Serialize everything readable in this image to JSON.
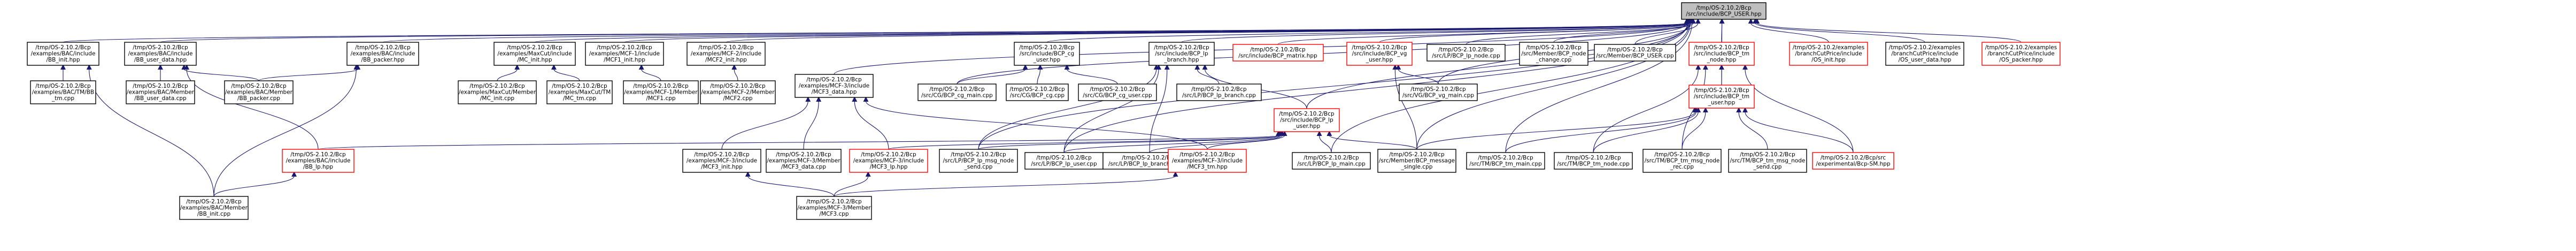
{
  "nodes": [
    {
      "id": "root",
      "kind": "root",
      "lines": [
        "/tmp/OS-2.10.2/Bcp",
        "/src/include/BCP_USER.hpp"
      ]
    },
    {
      "id": "bac_bb_init_hpp",
      "kind": "black",
      "lines": [
        "/tmp/OS-2.10.2/Bcp",
        "/examples/BAC/include",
        "/BB_init.hpp"
      ]
    },
    {
      "id": "bac_bb_user_data_hpp",
      "kind": "black",
      "lines": [
        "/tmp/OS-2.10.2/Bcp",
        "/examples/BAC/include",
        "/BB_user_data.hpp"
      ]
    },
    {
      "id": "bac_bb_packer_hpp",
      "kind": "black",
      "lines": [
        "/tmp/OS-2.10.2/Bcp",
        "/examples/BAC/include",
        "/BB_packer.hpp"
      ]
    },
    {
      "id": "maxcut_mc_init_hpp",
      "kind": "black",
      "lines": [
        "/tmp/OS-2.10.2/Bcp",
        "/examples/MaxCut/include",
        "/MC_init.hpp"
      ]
    },
    {
      "id": "mcf1_init_hpp",
      "kind": "black",
      "lines": [
        "/tmp/OS-2.10.2/Bcp",
        "/examples/MCF-1/include",
        "/MCF1_init.hpp"
      ]
    },
    {
      "id": "mcf2_init_hpp",
      "kind": "black",
      "lines": [
        "/tmp/OS-2.10.2/Bcp",
        "/examples/MCF-2/include",
        "/MCF2_init.hpp"
      ]
    },
    {
      "id": "mcf3_data_hpp",
      "kind": "black",
      "lines": [
        "/tmp/OS-2.10.2/Bcp",
        "/examples/MCF-3/include",
        "/MCF3_data.hpp"
      ]
    },
    {
      "id": "bcp_cg_user_hpp",
      "kind": "black",
      "lines": [
        "/tmp/OS-2.10.2/Bcp",
        "/src/include/BCP_cg",
        "_user.hpp"
      ]
    },
    {
      "id": "bcp_lp_branch_hpp",
      "kind": "black",
      "lines": [
        "/tmp/OS-2.10.2/Bcp",
        "/src/include/BCP_lp",
        "_branch.hpp"
      ]
    },
    {
      "id": "bcp_matrix_hpp",
      "kind": "red",
      "lines": [
        "/tmp/OS-2.10.2/Bcp",
        "/src/include/BCP_matrix.hpp"
      ]
    },
    {
      "id": "bcp_vg_user_hpp",
      "kind": "red",
      "lines": [
        "/tmp/OS-2.10.2/Bcp",
        "/src/include/BCP_vg",
        "_user.hpp"
      ]
    },
    {
      "id": "bcp_lp_node_cpp",
      "kind": "black",
      "lines": [
        "/tmp/OS-2.10.2/Bcp",
        "/src/LP/BCP_lp_node.cpp"
      ]
    },
    {
      "id": "bcp_node_change_cpp",
      "kind": "black",
      "lines": [
        "/tmp/OS-2.10.2/Bcp",
        "/src/Member/BCP_node",
        "_change.cpp"
      ]
    },
    {
      "id": "bcp_user_cpp",
      "kind": "black",
      "lines": [
        "/tmp/OS-2.10.2/Bcp",
        "/src/Member/BCP_USER.cpp"
      ]
    },
    {
      "id": "bcp_tm_node_hpp",
      "kind": "red",
      "lines": [
        "/tmp/OS-2.10.2/Bcp",
        "/src/include/BCP_tm",
        "_node.hpp"
      ]
    },
    {
      "id": "os_init_hpp",
      "kind": "red",
      "lines": [
        "/tmp/OS-2.10.2/examples",
        "/branchCutPrice/include",
        "/OS_init.hpp"
      ]
    },
    {
      "id": "os_user_data_hpp",
      "kind": "black",
      "lines": [
        "/tmp/OS-2.10.2/examples",
        "/branchCutPrice/include",
        "/OS_user_data.hpp"
      ]
    },
    {
      "id": "os_packer_hpp",
      "kind": "red",
      "lines": [
        "/tmp/OS-2.10.2/examples",
        "/branchCutPrice/include",
        "/OS_packer.hpp"
      ]
    },
    {
      "id": "bac_bb_tm_cpp",
      "kind": "black",
      "lines": [
        "/tmp/OS-2.10.2/Bcp",
        "/examples/BAC/TM/BB",
        "_tm.cpp"
      ]
    },
    {
      "id": "bac_bb_user_data_cpp",
      "kind": "black",
      "lines": [
        "/tmp/OS-2.10.2/Bcp",
        "/examples/BAC/Member",
        "/BB_user_data.cpp"
      ]
    },
    {
      "id": "bac_bb_packer_cpp",
      "kind": "black",
      "lines": [
        "/tmp/OS-2.10.2/Bcp",
        "/examples/BAC/Member",
        "/BB_packer.cpp"
      ]
    },
    {
      "id": "maxcut_mc_init_cpp",
      "kind": "black",
      "lines": [
        "/tmp/OS-2.10.2/Bcp",
        "/examples/MaxCut/Member",
        "/MC_init.cpp"
      ]
    },
    {
      "id": "maxcut_mc_tm_cpp",
      "kind": "black",
      "lines": [
        "/tmp/OS-2.10.2/Bcp",
        "/examples/MaxCut/TM",
        "/MC_tm.cpp"
      ]
    },
    {
      "id": "mcf1_cpp",
      "kind": "black",
      "lines": [
        "/tmp/OS-2.10.2/Bcp",
        "/examples/MCF-1/Member",
        "/MCF1.cpp"
      ]
    },
    {
      "id": "mcf2_cpp",
      "kind": "black",
      "lines": [
        "/tmp/OS-2.10.2/Bcp",
        "/examples/MCF-2/Member",
        "/MCF2.cpp"
      ]
    },
    {
      "id": "bcp_cg_main_cpp",
      "kind": "black",
      "lines": [
        "/tmp/OS-2.10.2/Bcp",
        "/src/CG/BCP_cg_main.cpp"
      ]
    },
    {
      "id": "bcp_cg_cpp",
      "kind": "black",
      "lines": [
        "/tmp/OS-2.10.2/Bcp",
        "/src/CG/BCP_cg.cpp"
      ]
    },
    {
      "id": "bcp_cg_user_cpp",
      "kind": "black",
      "lines": [
        "/tmp/OS-2.10.2/Bcp",
        "/src/CG/BCP_cg_user.cpp"
      ]
    },
    {
      "id": "bcp_lp_branch_cpp",
      "kind": "black",
      "lines": [
        "/tmp/OS-2.10.2/Bcp",
        "/src/LP/BCP_lp_branch.cpp"
      ]
    },
    {
      "id": "bcp_vg_main_cpp",
      "kind": "black",
      "lines": [
        "/tmp/OS-2.10.2/Bcp",
        "/src/VG/BCP_vg_main.cpp"
      ]
    },
    {
      "id": "bcp_tm_user_hpp",
      "kind": "red",
      "lines": [
        "/tmp/OS-2.10.2/Bcp",
        "/src/include/BCP_tm",
        "_user.hpp"
      ]
    },
    {
      "id": "mcf3_data_cpp",
      "kind": "black",
      "lines": [
        "/tmp/OS-2.10.2/Bcp",
        "/examples/MCF-3/Member",
        "/MCF3_data.cpp"
      ]
    },
    {
      "id": "bcp_lp_user_hpp",
      "kind": "red",
      "lines": [
        "/tmp/OS-2.10.2/Bcp",
        "/src/include/BCP_lp",
        "_user.hpp"
      ]
    },
    {
      "id": "bac_bb_lp_hpp",
      "kind": "red",
      "lines": [
        "/tmp/OS-2.10.2/Bcp",
        "/examples/BAC/include",
        "/BB_lp.hpp"
      ]
    },
    {
      "id": "mcf3_init_hpp",
      "kind": "black",
      "lines": [
        "/tmp/OS-2.10.2/Bcp",
        "/examples/MCF-3/include",
        "/MCF3_init.hpp"
      ]
    },
    {
      "id": "mcf3_lp_hpp",
      "kind": "red",
      "lines": [
        "/tmp/OS-2.10.2/Bcp",
        "/examples/MCF-3/include",
        "/MCF3_lp.hpp"
      ]
    },
    {
      "id": "bcp_lp_msg_node_send_cpp",
      "kind": "black",
      "lines": [
        "/tmp/OS-2.10.2/Bcp",
        "/src/LP/BCP_lp_msg_node",
        "_send.cpp"
      ]
    },
    {
      "id": "bcp_lp_user_cpp",
      "kind": "black",
      "lines": [
        "/tmp/OS-2.10.2/Bcp",
        "/src/LP/BCP_lp_user.cpp"
      ]
    },
    {
      "id": "bcp_lp_branching_cpp",
      "kind": "black",
      "lines": [
        "/tmp/OS-2.10.2/Bcp",
        "/src/LP/BCP_lp_branching.cpp"
      ]
    },
    {
      "id": "mcf3_tm_hpp",
      "kind": "red",
      "lines": [
        "/tmp/OS-2.10.2/Bcp",
        "/examples/MCF-3/include",
        "/MCF3_tm.hpp"
      ]
    },
    {
      "id": "bcp_lp_main_cpp",
      "kind": "black",
      "lines": [
        "/tmp/OS-2.10.2/Bcp",
        "/src/LP/BCP_lp_main.cpp"
      ]
    },
    {
      "id": "bcp_message_single_cpp",
      "kind": "black",
      "lines": [
        "/tmp/OS-2.10.2/Bcp",
        "/src/Member/BCP_message",
        "_single.cpp"
      ]
    },
    {
      "id": "bcp_tm_main_cpp",
      "kind": "black",
      "lines": [
        "/tmp/OS-2.10.2/Bcp",
        "/src/TM/BCP_tm_main.cpp"
      ]
    },
    {
      "id": "bcp_tm_node_cpp",
      "kind": "black",
      "lines": [
        "/tmp/OS-2.10.2/Bcp",
        "/src/TM/BCP_tm_node.cpp"
      ]
    },
    {
      "id": "bcp_tm_msg_node_rec_cpp",
      "kind": "black",
      "lines": [
        "/tmp/OS-2.10.2/Bcp",
        "/src/TM/BCP_tm_msg_node",
        "_rec.cpp"
      ]
    },
    {
      "id": "bcp_tm_msg_node_send_cpp",
      "kind": "black",
      "lines": [
        "/tmp/OS-2.10.2/Bcp",
        "/src/TM/BCP_tm_msg_node",
        "_send.cpp"
      ]
    },
    {
      "id": "bcp_sm_hpp",
      "kind": "red",
      "lines": [
        "/tmp/OS-2.10.2/Bcp/src",
        "/experimental/Bcp-SM.hpp"
      ]
    },
    {
      "id": "bac_bb_init_cpp",
      "kind": "black",
      "lines": [
        "/tmp/OS-2.10.2/Bcp",
        "/examples/BAC/Member",
        "/BB_init.cpp"
      ]
    },
    {
      "id": "mcf3_cpp",
      "kind": "black",
      "lines": [
        "/tmp/OS-2.10.2/Bcp",
        "/examples/MCF-3/Member",
        "/MCF3.cpp"
      ]
    }
  ]
}
